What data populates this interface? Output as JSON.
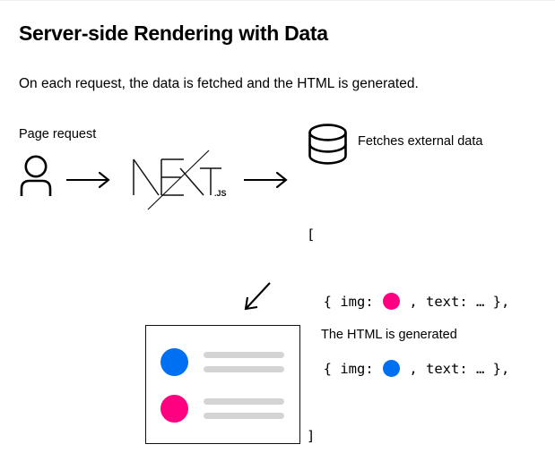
{
  "page": {
    "title": "Server-side Rendering with Data",
    "subtitle": "On each request, the data is fetched and the HTML is generated."
  },
  "flow": {
    "page_request_label": "Page request",
    "fetches_label": "Fetches external data",
    "generated_label": "The HTML is generated",
    "framework_name": "NEXT",
    "framework_suffix": ".JS"
  },
  "code": {
    "open_bracket": "[",
    "close_bracket": "]",
    "rows": [
      {
        "prefix": "  { img: ",
        "suffix": " , text: … },",
        "dot_color": "#ff0080"
      },
      {
        "prefix": "  { img: ",
        "suffix": " , text: … },",
        "dot_color": "#0070f3"
      }
    ]
  },
  "preview": {
    "rows": [
      {
        "dot_color": "#0070f3",
        "bars": 2
      },
      {
        "dot_color": "#ff0080",
        "bars": 2
      }
    ]
  },
  "colors": {
    "pink": "#ff0080",
    "blue": "#0070f3",
    "bar_gray": "#d4d4d4",
    "ink": "#000000"
  }
}
